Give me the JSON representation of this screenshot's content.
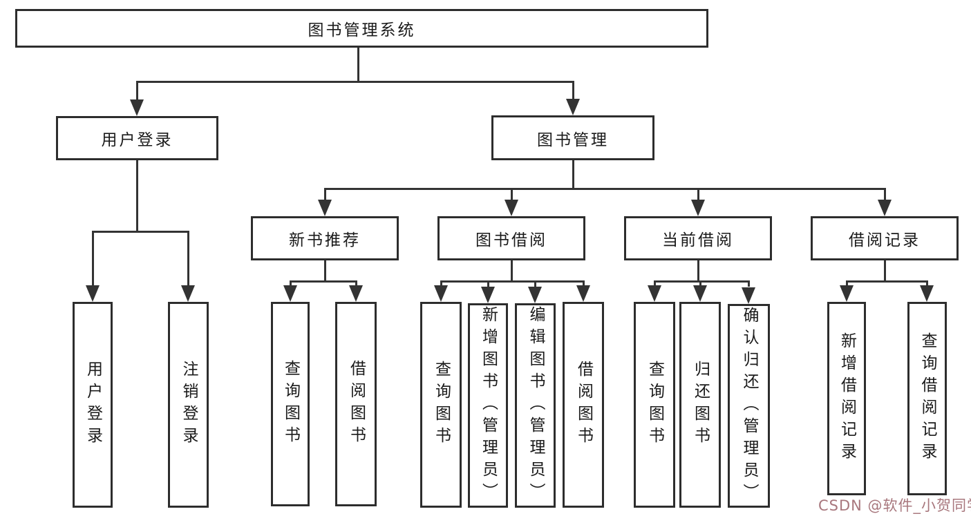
{
  "diagram": {
    "root": {
      "label": "图书管理系统"
    },
    "level2": {
      "user_login": {
        "label": "用户登录"
      },
      "book_mgmt": {
        "label": "图书管理"
      }
    },
    "level3": {
      "new_book_rec": {
        "label": "新书推荐"
      },
      "book_borrow": {
        "label": "图书借阅"
      },
      "current_borrow": {
        "label": "当前借阅"
      },
      "borrow_record": {
        "label": "借阅记录"
      }
    },
    "leaves": {
      "login": {
        "label": "用户登录"
      },
      "logout": {
        "label": "注销登录"
      },
      "nb_query_book": {
        "label": "查询图书"
      },
      "nb_borrow_book": {
        "label": "借阅图书"
      },
      "bb_query_book": {
        "label": "查询图书"
      },
      "bb_add_book": {
        "label": "新增图书（管理员）"
      },
      "bb_edit_book": {
        "label": "编辑图书（管理员）"
      },
      "bb_borrow_book": {
        "label": "借阅图书"
      },
      "cb_query_book": {
        "label": "查询图书"
      },
      "cb_return_book": {
        "label": "归还图书"
      },
      "cb_confirm_return": {
        "label": "确认归还（管理员）"
      },
      "br_add_record": {
        "label": "新增借阅记录"
      },
      "br_query_record": {
        "label": "查询借阅记录"
      }
    },
    "hierarchy": {
      "图书管理系统": {
        "用户登录": [
          "用户登录",
          "注销登录"
        ],
        "图书管理": {
          "新书推荐": [
            "查询图书",
            "借阅图书"
          ],
          "图书借阅": [
            "查询图书",
            "新增图书（管理员）",
            "编辑图书（管理员）",
            "借阅图书"
          ],
          "当前借阅": [
            "查询图书",
            "归还图书",
            "确认归还（管理员）"
          ],
          "借阅记录": [
            "新增借阅记录",
            "查询借阅记录"
          ]
        }
      }
    }
  },
  "watermark": {
    "text": "CSDN @软件_小贺同学",
    "color": "#a8777d"
  },
  "colors": {
    "background": "#ffffff",
    "box_border": "#2d2d2d",
    "connector": "#333333",
    "text": "#1a1a1a"
  }
}
